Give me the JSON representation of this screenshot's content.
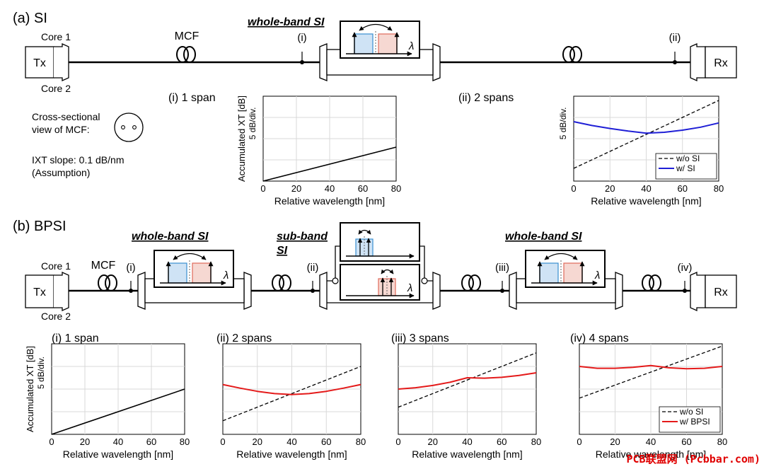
{
  "section_a": {
    "title": "(a) SI",
    "core1": "Core 1",
    "core2": "Core 2",
    "tx": "Tx",
    "rx": "Rx",
    "mcf": "MCF",
    "whole_band_si": "whole-band SI",
    "point_i": "(i)",
    "point_ii": "(ii)",
    "lambda": "λ",
    "cross_sectional_1": "Cross-sectional",
    "cross_sectional_2": "view of MCF:",
    "ixt_slope": "IXT slope: 0.1 dB/nm",
    "assumption": "(Assumption)"
  },
  "section_b": {
    "title": "(b) BPSI",
    "core1": "Core 1",
    "core2": "Core 2",
    "tx": "Tx",
    "rx": "Rx",
    "mcf": "MCF",
    "whole_band_si_1": "whole-band SI",
    "whole_band_si_2": "whole-band SI",
    "sub_band_1": "sub-band",
    "sub_band_2": "SI",
    "point_i": "(i)",
    "point_ii": "(ii)",
    "point_iii": "(iii)",
    "point_iv": "(iv)",
    "lambda": "λ"
  },
  "colors": {
    "blue_band": "#cfe3f5",
    "blue_band_stroke": "#3a8fd0",
    "red_band": "#f6d8d2",
    "red_band_stroke": "#e06a5a",
    "si_line": "#1f1fd6",
    "bpsi_line": "#e41a1a",
    "linear_line": "#000000"
  },
  "watermark": "PCB联盟网 (Pcbbar.com)",
  "chart_data": [
    {
      "type": "line",
      "id": "a-i",
      "title": "(i) 1 span",
      "xlabel": "Relative wavelength [nm]",
      "ylabel": "Accumulated XT [dB]",
      "ydiv": "5 dB/div.",
      "xlim": [
        0,
        80
      ],
      "xticks": [
        0,
        20,
        40,
        60,
        80
      ],
      "ylim": [
        0,
        20
      ],
      "grid": true,
      "series": [
        {
          "style": "solid-black",
          "x": [
            0,
            80
          ],
          "y": [
            0,
            8
          ]
        }
      ]
    },
    {
      "type": "line",
      "id": "a-ii",
      "title": "(ii) 2 spans",
      "xlabel": "Relative wavelength [nm]",
      "ylabel": "",
      "ydiv": "5 dB/div.",
      "xlim": [
        0,
        80
      ],
      "xticks": [
        0,
        20,
        40,
        60,
        80
      ],
      "ylim": [
        0,
        20
      ],
      "grid": true,
      "legend": "bottom-right",
      "series": [
        {
          "name": "w/o SI",
          "style": "dashed-black",
          "x": [
            0,
            80
          ],
          "y": [
            3,
            19
          ]
        },
        {
          "name": "w/ SI",
          "style": "solid-blue",
          "x": [
            0,
            10,
            20,
            30,
            40,
            50,
            60,
            70,
            80
          ],
          "y": [
            14.0,
            13.1,
            12.4,
            11.8,
            11.3,
            11.5,
            12.0,
            12.7,
            13.7
          ]
        }
      ]
    },
    {
      "type": "line",
      "id": "b-i",
      "title": "(i) 1 span",
      "xlabel": "Relative wavelength [nm]",
      "ylabel": "Accumulated XT [dB]",
      "ydiv": "5 dB/div.",
      "xlim": [
        0,
        80
      ],
      "xticks": [
        0,
        20,
        40,
        60,
        80
      ],
      "ylim": [
        0,
        20
      ],
      "grid": true,
      "series": [
        {
          "style": "solid-black",
          "x": [
            0,
            80
          ],
          "y": [
            0,
            10
          ]
        }
      ]
    },
    {
      "type": "line",
      "id": "b-ii",
      "title": "(ii) 2 spans",
      "xlabel": "Relative wavelength [nm]",
      "ylabel": "",
      "xlim": [
        0,
        80
      ],
      "xticks": [
        0,
        20,
        40,
        60,
        80
      ],
      "ylim": [
        0,
        20
      ],
      "grid": true,
      "series": [
        {
          "name": "w/o SI",
          "style": "dashed-black",
          "x": [
            0,
            80
          ],
          "y": [
            3,
            15
          ]
        },
        {
          "name": "w/ BPSI",
          "style": "solid-red",
          "x": [
            0,
            10,
            20,
            30,
            40,
            50,
            60,
            70,
            80
          ],
          "y": [
            11.0,
            10.2,
            9.5,
            9.0,
            8.8,
            9.0,
            9.5,
            10.2,
            11.0
          ]
        }
      ]
    },
    {
      "type": "line",
      "id": "b-iii",
      "title": "(iii) 3 spans",
      "xlabel": "Relative wavelength [nm]",
      "ylabel": "",
      "xlim": [
        0,
        80
      ],
      "xticks": [
        0,
        20,
        40,
        60,
        80
      ],
      "ylim": [
        0,
        20
      ],
      "grid": true,
      "series": [
        {
          "name": "w/o SI",
          "style": "dashed-black",
          "x": [
            0,
            80
          ],
          "y": [
            6,
            18
          ]
        },
        {
          "name": "w/ BPSI",
          "style": "solid-red",
          "x": [
            0,
            10,
            20,
            30,
            40,
            50,
            60,
            70,
            80
          ],
          "y": [
            10.0,
            10.3,
            10.8,
            11.5,
            12.5,
            12.4,
            12.6,
            13.0,
            13.6
          ]
        }
      ]
    },
    {
      "type": "line",
      "id": "b-iv",
      "title": "(iv) 4 spans",
      "xlabel": "Relative wavelength [nm]",
      "ylabel": "",
      "xlim": [
        0,
        80
      ],
      "xticks": [
        0,
        20,
        40,
        60,
        80
      ],
      "ylim": [
        0,
        20
      ],
      "grid": true,
      "legend": "bottom-right",
      "series": [
        {
          "name": "w/o SI",
          "style": "dashed-black",
          "x": [
            0,
            80
          ],
          "y": [
            8,
            19.5
          ]
        },
        {
          "name": "w/ BPSI",
          "style": "solid-red",
          "x": [
            0,
            10,
            20,
            30,
            40,
            50,
            60,
            70,
            80
          ],
          "y": [
            15.0,
            14.6,
            14.6,
            14.8,
            15.2,
            14.7,
            14.5,
            14.6,
            15.0
          ]
        }
      ]
    }
  ]
}
